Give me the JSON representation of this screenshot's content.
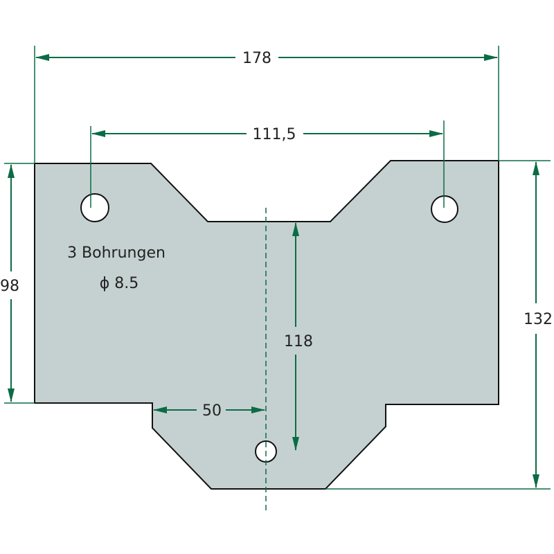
{
  "colors": {
    "plate_fill": "#c5d1d0",
    "outline": "#111111",
    "dimension": "#0b6b45",
    "hole_fill": "#ffffff"
  },
  "dimensions": {
    "overall_width": "178",
    "hole_spacing": "111,5",
    "left_height": "98",
    "right_height": "132",
    "center_to_hole": "118",
    "center_offset": "50"
  },
  "notes": {
    "hole_count": "3 Bohrungen",
    "hole_diameter": "ϕ 8.5"
  }
}
